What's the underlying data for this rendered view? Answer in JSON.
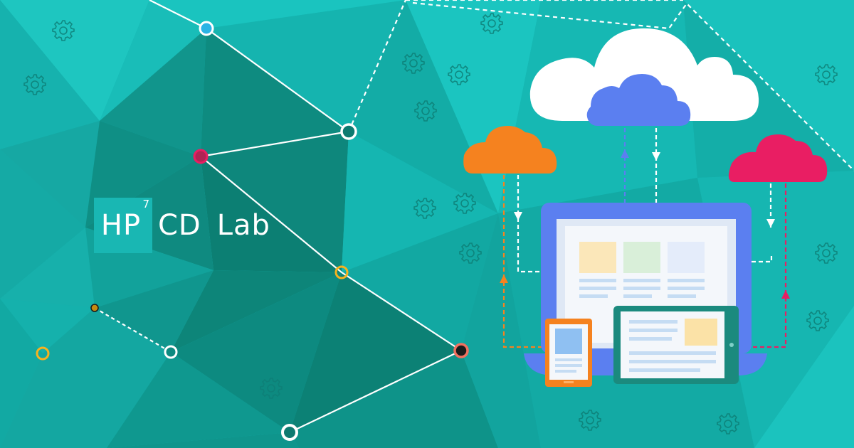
{
  "logo": {
    "hp": "HP",
    "superscript": "7",
    "cd": "CD",
    "lab": "Lab"
  },
  "colors": {
    "teal_background": "#14b3b0",
    "cloud_white": "#ffffff",
    "cloud_blue": "#5b7ff0",
    "cloud_orange": "#f5821f",
    "cloud_pink": "#e91e63",
    "screen_frame": "#5b7ff0",
    "tablet_frame": "#1b8a7e"
  },
  "icons": [
    "gear-icon",
    "cloud-icon",
    "laptop-icon",
    "tablet-icon",
    "phone-icon",
    "network-node-icon",
    "arrow-up-icon",
    "arrow-down-icon"
  ]
}
